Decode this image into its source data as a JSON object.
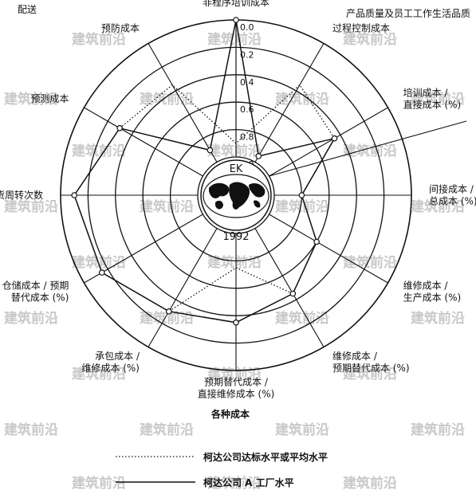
{
  "corner_labels": {
    "left": "配送",
    "right": "产品质量及员工工作生活品质"
  },
  "center": {
    "top": "EK",
    "bottom": "1992"
  },
  "watermark": "建筑前沿",
  "chart_data": {
    "type": "radar",
    "axes": [
      "培训成本 / 直接成本 (%)",
      "间接成本 / 总成本 (%)",
      "维修成本 / 生产成本 (%)",
      "维修成本 / 预期替代成本 (%)",
      "预期替代成本 / 直接维修成本 (%)",
      "承包成本 / 维修成本 (%)",
      "仓储成本 / 预期替代成本 (%)",
      "存货周转次数",
      "预测成本",
      "预防成本",
      "非程序培训成本",
      "过程控制成本"
    ],
    "axis_label_lines": [
      [
        "培训成本 /",
        "直接成本 (%)"
      ],
      [
        "间接成本 /",
        "总成本 (%)"
      ],
      [
        "维修成本 /",
        "生产成本 (%)"
      ],
      [
        "维修成本 /",
        "预期替代成本 (%)"
      ],
      [
        "预期替代成本 /",
        "直接维修成本 (%)"
      ],
      [
        "承包成本 /",
        "维修成本 (%)"
      ],
      [
        "仓储成本 / 预期",
        "替代成本 (%)"
      ],
      [
        "存货周转次数"
      ],
      [
        "预测成本"
      ],
      [
        "预防成本"
      ],
      [
        "非程序培训成本"
      ],
      [
        "过程控制成本"
      ]
    ],
    "radial_ticks": [
      "0.0",
      "0.2",
      "0.4",
      "0.6",
      "0.8",
      "1.0"
    ],
    "rlim": [
      0,
      1
    ],
    "radial_direction": "0.0 at outer rim, 1.0 at inner circle",
    "series": [
      {
        "name": "柯达公司达标水平或平均水平",
        "style": "dotted",
        "values": [
          0.45,
          0.8,
          0.6,
          0.45,
          0.75,
          0.3,
          0.15,
          0.1,
          0.3,
          0.35,
          0.9,
          0.35
        ]
      },
      {
        "name": "柯达公司 A 工厂水平",
        "style": "solid",
        "values": [
          0.45,
          0.8,
          0.6,
          0.45,
          0.35,
          0.3,
          0.15,
          0.1,
          0.3,
          0.9,
          0.0,
          0.95
        ]
      }
    ],
    "legend": {
      "title": "各种成本",
      "position": "bottom"
    }
  }
}
